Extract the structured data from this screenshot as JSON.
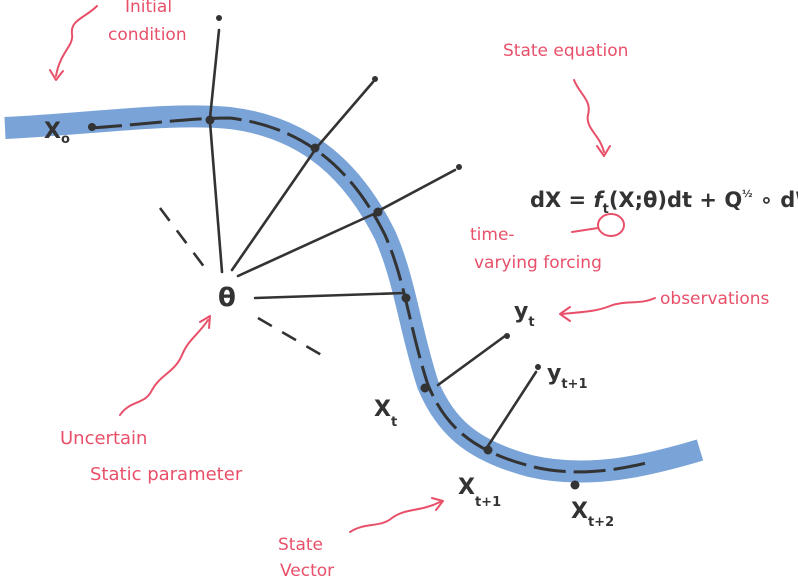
{
  "colors": {
    "band": "#6f9bd4",
    "ink": "#333333",
    "annotation": "#e8506a"
  },
  "annotations": {
    "initial_line1": "Initial",
    "initial_line2": "condition",
    "state_eq_label": "State equation",
    "forcing_line1": "time-",
    "forcing_line2": "varying forcing",
    "observations": "observations",
    "uncertain_line1": "Uncertain",
    "uncertain_line2": "Static parameter",
    "state_vec_line1": "State",
    "state_vec_line2": "Vector"
  },
  "equation": {
    "lhs": "dX = ",
    "f": "f",
    "f_sub": "t",
    "args": "(X;θ)dt + Q",
    "q_sup": "½",
    "tail": " ∘ dW"
  },
  "symbols": {
    "theta": "θ",
    "x": "X",
    "x0_sub": "o",
    "xt_sub": "t",
    "xt1_sub": "t+1",
    "xt2_sub": "t+2",
    "y": "y",
    "yt_sub": "t",
    "yt1_sub": "t+1"
  }
}
